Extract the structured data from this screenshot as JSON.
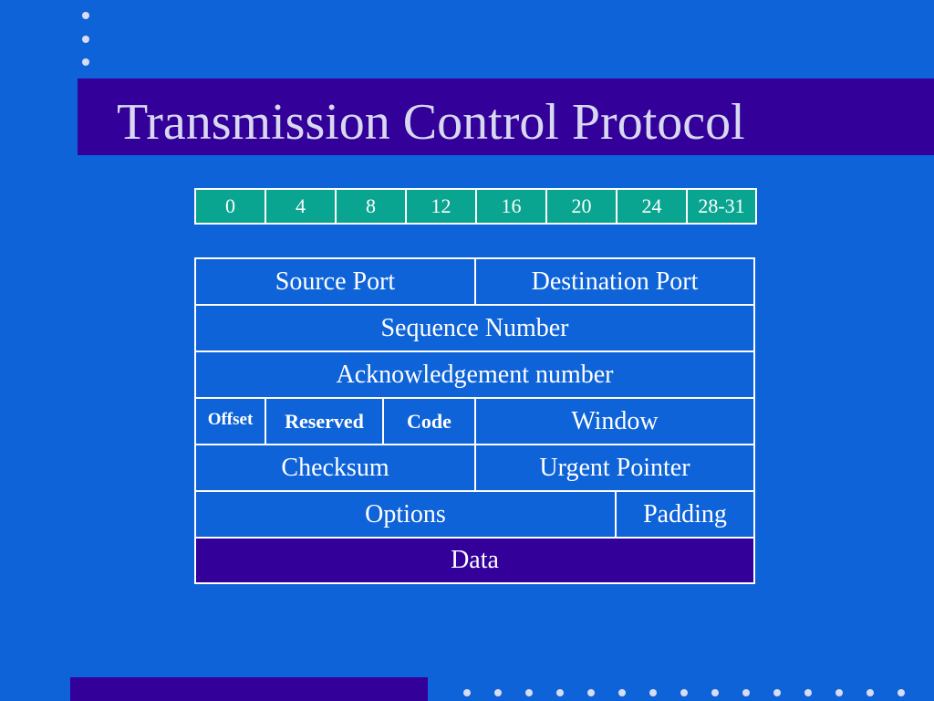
{
  "title": "Transmission Control Protocol",
  "bit_offsets": [
    "0",
    "4",
    "8",
    "12",
    "16",
    "20",
    "24",
    "28-31"
  ],
  "fields": {
    "source_port": "Source Port",
    "destination_port": "Destination Port",
    "sequence_number": "Sequence Number",
    "acknowledgement_number": "Acknowledgement number",
    "offset": "Offset",
    "reserved": "Reserved",
    "code": "Code",
    "window": "Window",
    "checksum": "Checksum",
    "urgent_pointer": "Urgent Pointer",
    "options": "Options",
    "padding": "Padding",
    "data": "Data"
  },
  "colors": {
    "background": "#0e63d8",
    "title_bar": "#330099",
    "bit_header": "#0aa590",
    "data_row": "#330099"
  }
}
